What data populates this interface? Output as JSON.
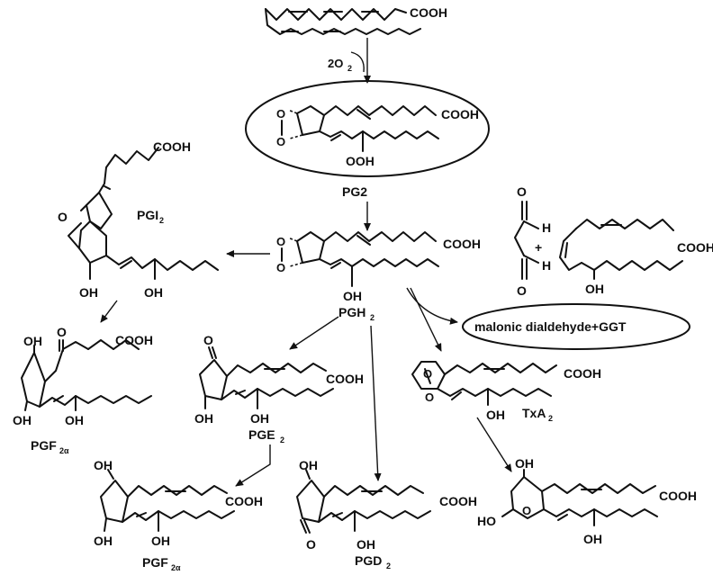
{
  "labels": {
    "aa_cooh": "COOH",
    "oxygen": "2O",
    "oxygen_sub": "2",
    "pgg2_cooh": "COOH",
    "pgg2_ooh": "OOH",
    "pgg2_name": "PG2",
    "pgi2_cooh": "COOH",
    "pgi2_name": "PGI",
    "pgi2_sub": "2",
    "pgi2_oh1": "OH",
    "pgi2_oh2": "OH",
    "pgi2_o": "O",
    "pgh2_cooh": "COOH",
    "pgh2_oh": "OH",
    "pgh2_name": "PGH",
    "pgh2_sub": "2",
    "mda_o1": "O",
    "mda_h1": "H",
    "mda_plus": "+",
    "mda_h2": "H",
    "mda_o2": "O",
    "hht_cooh": "COOH",
    "hht_oh": "OH",
    "mda_box": "malonic dialdehyde+GGT",
    "pgf_top_oh1": "OH",
    "pgf_top_o": "O",
    "pgf_top_cooh": "COOH",
    "pgf_top_oh2": "OH",
    "pgf_top_oh3": "OH",
    "pgf_top_name": "PGF",
    "pgf_top_sub": "2α",
    "pge2_o": "O",
    "pge2_cooh": "COOH",
    "pge2_oh1": "OH",
    "pge2_oh2": "OH",
    "pge2_name": "PGE",
    "pge2_sub": "2",
    "txa2_cooh": "COOH",
    "txa2_oh": "OH",
    "txa2_name": "TxA",
    "txa2_sub": "2",
    "pgf_bot_oh1": "OH",
    "pgf_bot_cooh": "COOH",
    "pgf_bot_oh2": "OH",
    "pgf_bot_oh3": "OH",
    "pgf_bot_name": "PGF",
    "pgf_bot_sub": "2α",
    "pgd2_oh1": "OH",
    "pgd2_cooh": "COOH",
    "pgd2_o": "O",
    "pgd2_oh2": "OH",
    "pgd2_name": "PGD",
    "pgd2_sub": "2",
    "txb2_oh1": "OH",
    "txb2_ho": "HO",
    "txb2_cooh": "COOH",
    "txb2_oh2": "OH"
  }
}
